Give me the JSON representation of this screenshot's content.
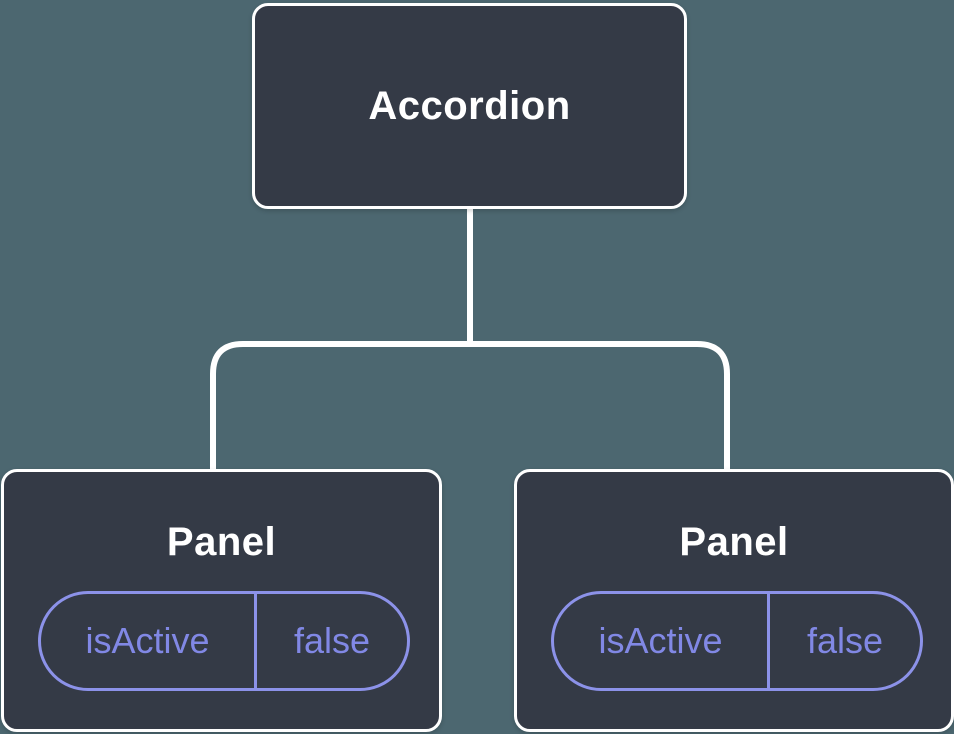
{
  "colors": {
    "background": "#4C6770",
    "node_fill": "#343A46",
    "node_border": "#FFFFFF",
    "connector_line": "#FFFFFF",
    "accent_purple": "#8C92E9",
    "state_text_purple": "#8188E5",
    "title_text": "#FFFFFF"
  },
  "tree": {
    "root": {
      "label": "Accordion"
    },
    "children": [
      {
        "label": "Panel",
        "state": {
          "name": "isActive",
          "value": "false"
        }
      },
      {
        "label": "Panel",
        "state": {
          "name": "isActive",
          "value": "false"
        }
      }
    ]
  }
}
